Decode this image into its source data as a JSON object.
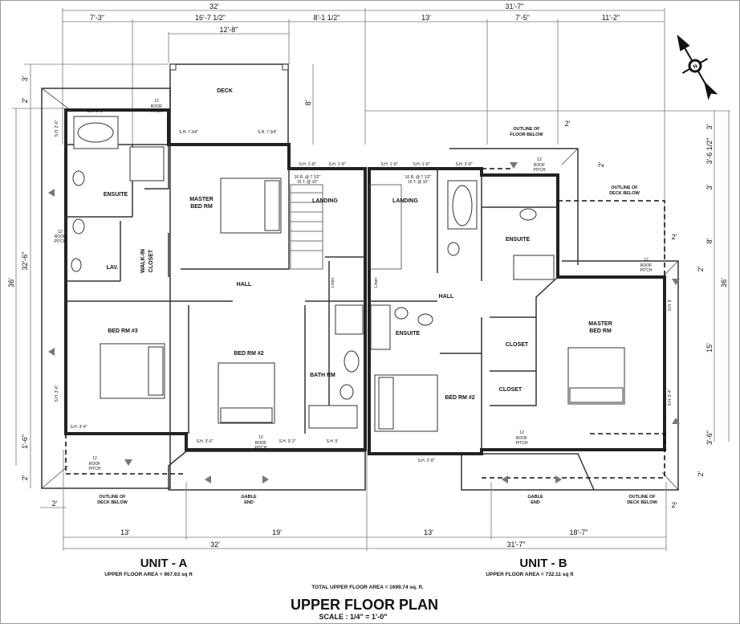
{
  "title": "UPPER FLOOR PLAN",
  "scale": "SCALE : 1/4\" = 1'-0\"",
  "total_area": "TOTAL UPPER FLOOR AREA = 1699.74 sq. ft.",
  "north_arrow_label": "N",
  "units": [
    {
      "name": "UNIT - A",
      "area": "UPPER FLOOR AREA  =  967.63 sq ft"
    },
    {
      "name": "UNIT - B",
      "area": "UPPER FLOOR AREA  =  732.11 sq ft"
    }
  ],
  "dims": {
    "top_a_total": "32'",
    "top_a_1": "7'-3\"",
    "top_a_2": "16'-7 1/2\"",
    "top_a_3": "8'-1 1/2\"",
    "top_deck": "12'-8\"",
    "top_b_total": "31'-7\"",
    "top_b_1": "13'",
    "top_b_2": "7'-5\"",
    "top_b_3": "11'-2\"",
    "left_3": "3'",
    "left_2a": "2'",
    "left_total": "36'",
    "left_32": "32'-6\"",
    "left_16": "1'-6\"",
    "left_2b": "2'",
    "left_bottom_2": "2'",
    "deck_8": "8'",
    "right_3a": "3'",
    "right_36": "3'-6 1/2\"",
    "right_3b": "3'",
    "right_8": "8'",
    "right_15": "15'",
    "right_3_6": "3'-6\"",
    "right_total": "36'",
    "right_2a": "2'",
    "right_2b": "2'",
    "right_2c": "2'",
    "right_2d": "2'",
    "b_2_top": "2'",
    "b_2_side": "2'",
    "bot_a_1": "13'",
    "bot_a_2": "19'",
    "bot_a_total": "32'",
    "bot_b_1": "13'",
    "bot_b_2": "18'-7\"",
    "bot_b_total": "31'-7\""
  },
  "rooms_a": {
    "deck": "DECK",
    "ensuite": "ENSUITE",
    "master": "MASTER",
    "bed_rm": "BED RM",
    "walk_in": "WALK-IN",
    "closet": "CLOSET",
    "lav": "LAV.",
    "hall": "HALL",
    "bed3": "BED RM #3",
    "bed2": "BED RM #2",
    "bath": "BATH RM",
    "landing": "LANDING"
  },
  "rooms_b": {
    "landing": "LANDING",
    "ensuite_top": "ENSUITE",
    "hall": "HALL",
    "ensuite_mid": "ENSUITE",
    "closet1": "CLOSET",
    "closet2": "CLOSET",
    "bed2": "BED RM #2",
    "master": "MASTER",
    "bed_rm": "BED RM",
    "linen_l": "Linen",
    "linen_r": "Linen"
  },
  "notes": {
    "outline_floor_1": "OUTLINE OF",
    "outline_floor_2": "FLOOR BELOW",
    "outline_deck_1": "OUTLINE OF",
    "outline_deck_2": "DECK BELOW",
    "gable_1": "GABLE",
    "gable_2": "END",
    "roof_pitch_num": "12",
    "roof_pitch": "ROOF",
    "roof_pitch_2": "PITCH"
  },
  "windows": {
    "sh_26": "S.H. 2'-6\"",
    "sh_734": "S.H. 7 3/4\"",
    "sh_18": "S.H. 1'-8\"",
    "sh_28": "S.H. 2'-8\"",
    "sh_36": "S.H. 3'-6\"",
    "sh_32": "S.H. 3'-2\"",
    "sh_5": "S.H. 5'",
    "sh_6": "S.H. 6'",
    "sh_24": "S.H. 2'-4\"",
    "sh_34": "S.H. 3'-4\""
  },
  "stairs": {
    "risers_a": "16 R. @ 7 1/2\"",
    "treads_a": "15 T. @ 10\"",
    "risers_b": "16 R. @ 7 1/2\"",
    "treads_b": "15 T. @ 10\""
  }
}
